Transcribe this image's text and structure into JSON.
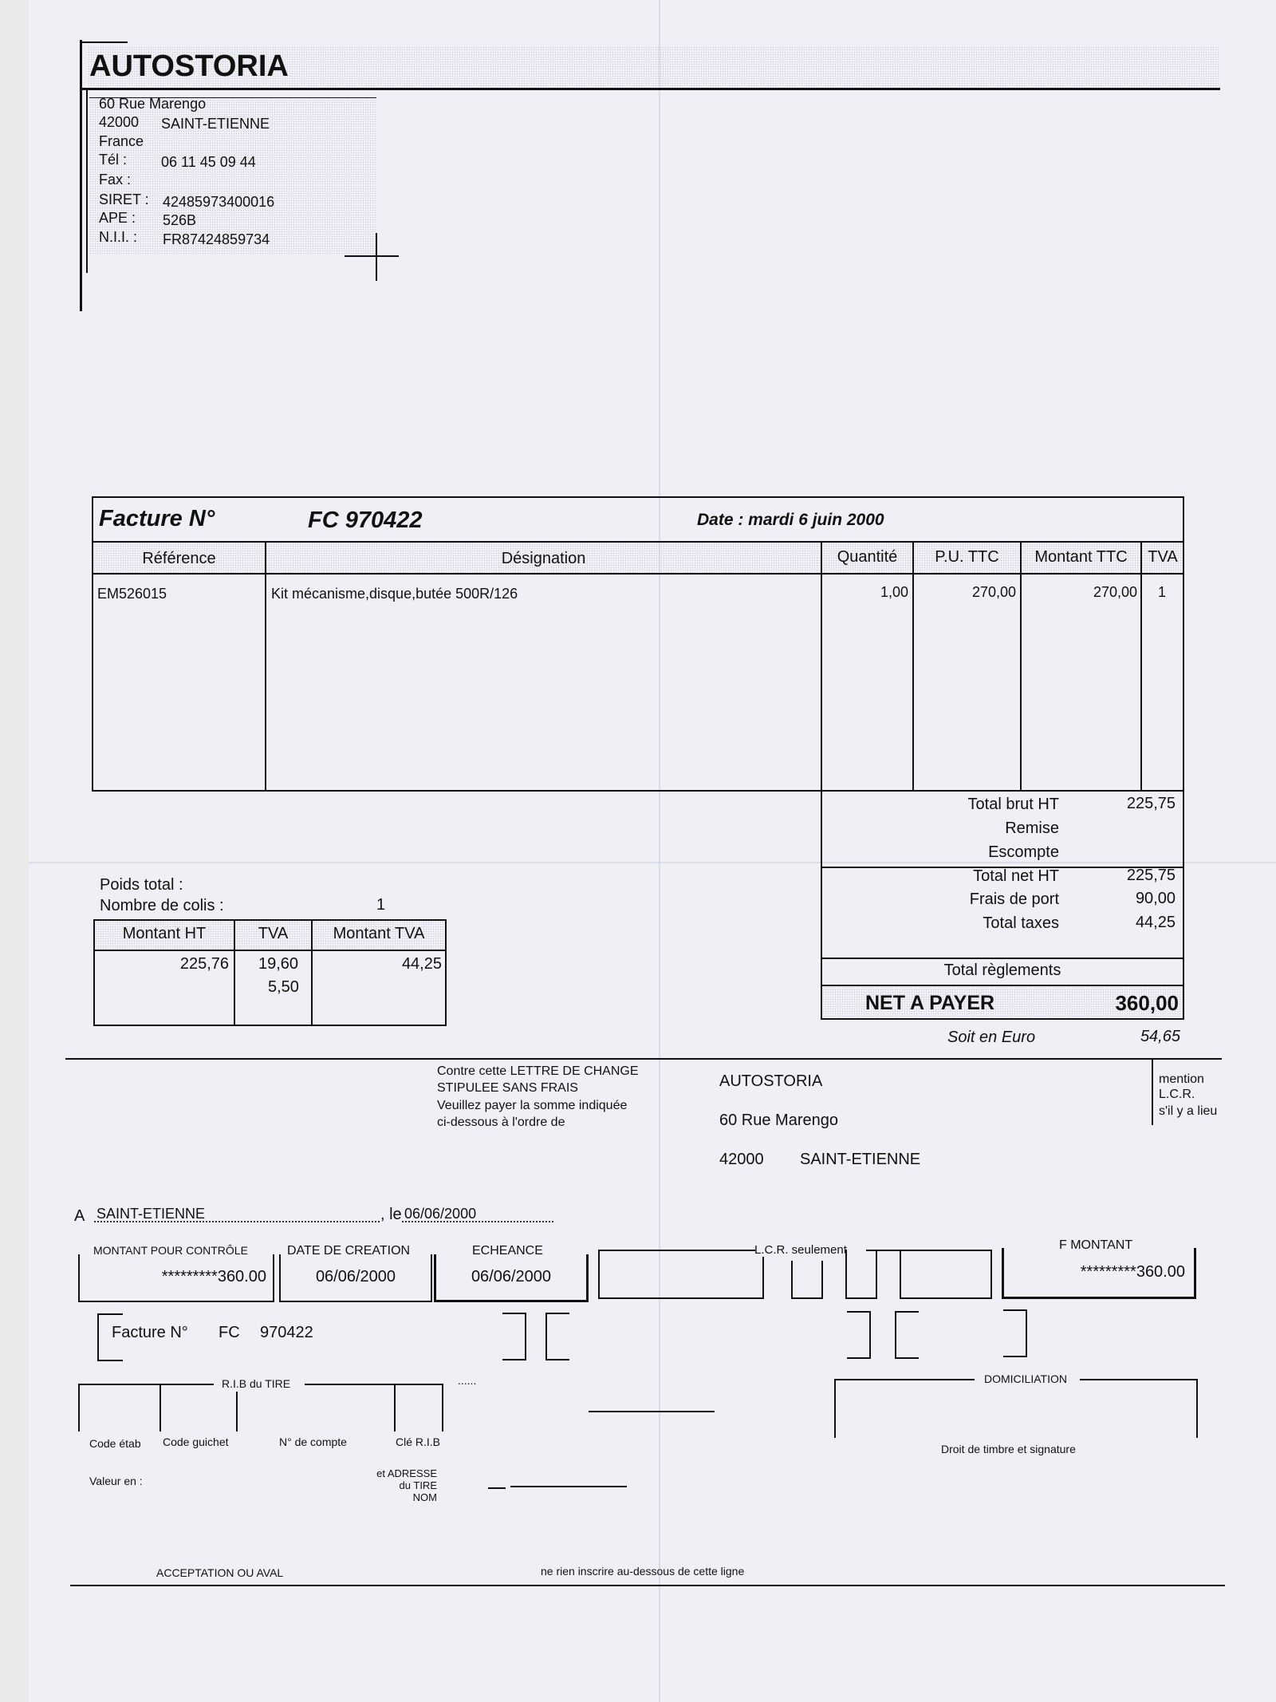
{
  "company": {
    "name": "AUTOSTORIA",
    "street": "60 Rue Marengo",
    "postcode": "42000",
    "city": "SAINT-ETIENNE",
    "country": "France",
    "tel_label": "Tél :",
    "tel": "06 11 45 09 44",
    "fax_label": "Fax :",
    "siret_label": "SIRET :",
    "siret": "42485973400016",
    "ape_label": "APE :",
    "ape": "526B",
    "nii_label": "N.I.I. :",
    "nii": "FR87424859734"
  },
  "invoice": {
    "title": "Facture N°",
    "number": "FC 970422",
    "date": "Date : mardi 6 juin 2000",
    "headers": {
      "reference": "Référence",
      "designation": "Désignation",
      "quantite": "Quantité",
      "pu": "P.U. TTC",
      "montant": "Montant TTC",
      "tva": "TVA"
    },
    "lines": [
      {
        "reference": "EM526015",
        "designation": "Kit mécanisme,disque,butée 500R/126",
        "quantite": "1,00",
        "pu": "270,00",
        "montant": "270,00",
        "tva": "1"
      }
    ]
  },
  "totals": {
    "brut_label": "Total brut HT",
    "brut": "225,75",
    "remise_label": "Remise",
    "escompte_label": "Escompte",
    "net_label": "Total net HT",
    "net": "225,75",
    "port_label": "Frais de port",
    "port": "90,00",
    "taxes_label": "Total taxes",
    "taxes": "44,25",
    "reglements_label": "Total règlements",
    "net_payer_label": "NET  A PAYER",
    "net_payer": "360,00",
    "euro_label": "Soit en Euro",
    "euro": "54,65"
  },
  "shipping": {
    "poids_label": "Poids total :",
    "colis_label": "Nombre de colis :",
    "colis": "1"
  },
  "vat_table": {
    "headers": [
      "Montant HT",
      "TVA",
      "Montant TVA"
    ],
    "montant_ht": "225,76",
    "tva_rates": [
      "19,60",
      "5,50"
    ],
    "montant_tva": "44,25"
  },
  "lcr": {
    "text": [
      "Contre cette LETTRE DE CHANGE",
      "STIPULEE SANS FRAIS",
      "Veuillez payer la somme indiquée",
      "ci-dessous à l'ordre de"
    ],
    "payee_name": "AUTOSTORIA",
    "payee_street": "60 Rue Marengo",
    "payee_postcode": "42000",
    "payee_city": "SAINT-ETIENNE",
    "mention": [
      "mention",
      "L.C.R.",
      "s'il y a lieu"
    ],
    "place_prefix": "A",
    "place": "SAINT-ETIENNE",
    "date_prefix": ", le",
    "date": "06/06/2000",
    "montant_controle_label": "MONTANT POUR CONTRÔLE",
    "montant_controle": "*********360.00",
    "date_creation_label": "DATE DE CREATION",
    "date_creation": "06/06/2000",
    "echeance_label": "ECHEANCE",
    "echeance": "06/06/2000",
    "lcr_seulement_label": "L.C.R. seulement",
    "f_montant_label": "F MONTANT",
    "f_montant": "*********360.00",
    "facture_label": "Facture N°",
    "facture_prefix": "FC",
    "facture_number": "970422",
    "rib_label": "R.I.B du TIRE",
    "rib_dots": "......",
    "domiciliation_label": "DOMICILIATION",
    "code_etab_label": "Code étab",
    "code_guichet_label": "Code guichet",
    "num_compte_label": "N° de compte",
    "cle_rib_label": "Clé R.I.B",
    "droit_label": "Droit de timbre et signature",
    "valeur_label": "Valeur en :",
    "adresse_label": [
      "et ADRESSE",
      "du TIRE",
      "NOM"
    ],
    "acceptation_label": "ACCEPTATION OU AVAL",
    "ne_rien_label": "ne rien inscrire au-dessous de cette ligne"
  }
}
